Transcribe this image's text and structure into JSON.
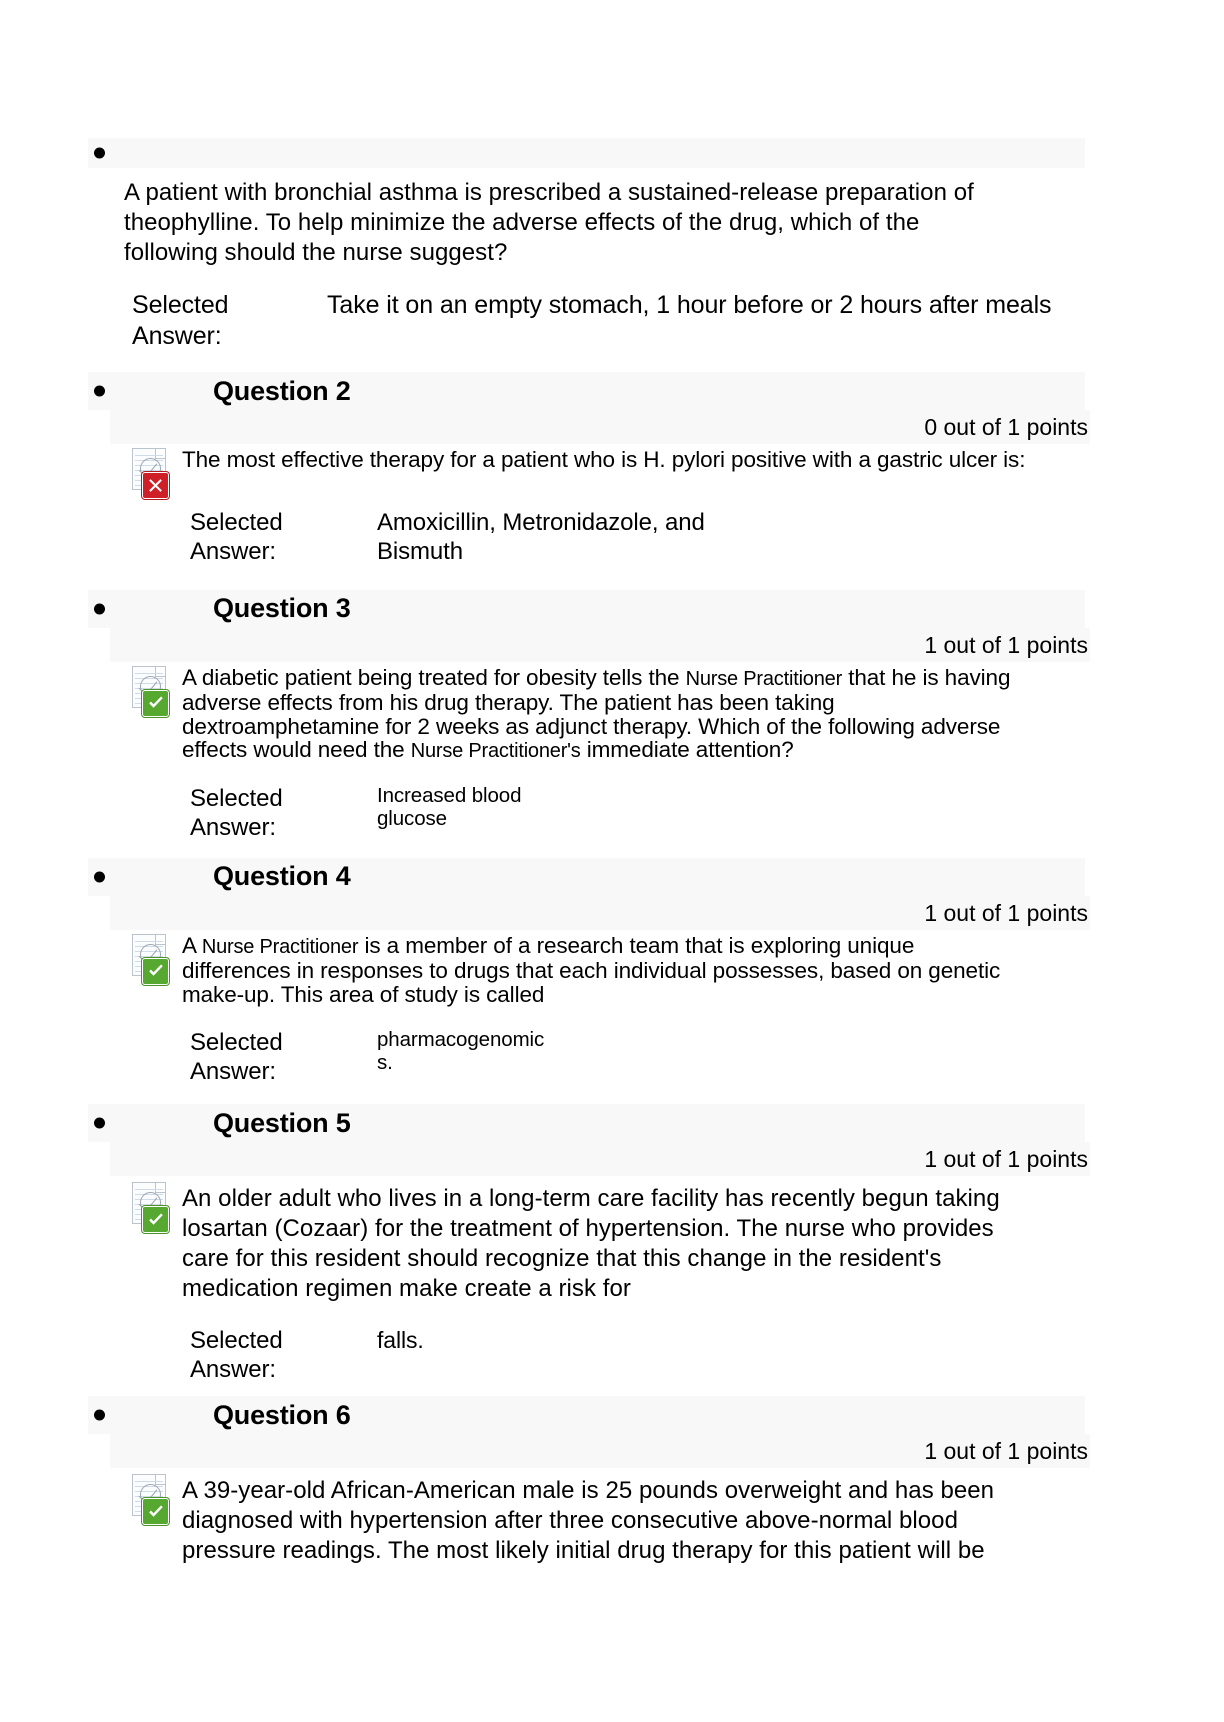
{
  "document": {
    "answer_label": "Selected Answer:",
    "answer_label_line1": "Selected",
    "answer_label_line2": "Answer:"
  },
  "questions": [
    {
      "id": "q1",
      "title": "",
      "points": "",
      "status": "none",
      "status_icon": "none",
      "text": "A patient with bronchial asthma is prescribed a sustained-release preparation of theophylline. To help minimize the adverse effects of the drug, which of the following should the nurse suggest?",
      "selected_answer": "Take it on an empty stomach, 1 hour before or 2 hours after meals"
    },
    {
      "id": "q2",
      "title": "Question 2",
      "points": "0 out of 1 points",
      "status": "incorrect",
      "status_icon": "red-x-icon",
      "text_part1": "The most effective therapy for a patient  who is H. pylori positive with a gastric ulcer is:",
      "selected_answer": "Amoxicillin, Metronidazole, and Bismuth"
    },
    {
      "id": "q3",
      "title": "Question 3",
      "points": "1 out of 1 points",
      "status": "correct",
      "status_icon": "green-check-icon",
      "text_a": "A diabetic patient being treated for obesity tells the ",
      "text_b": "Nurse Practitioner",
      "text_c": " that he is having adverse effects from his drug therapy. The patient has been taking dextroamphetamine for 2 weeks as adjunct therapy. Which of the following adverse effects would need the ",
      "text_d": "Nurse Practitioner's",
      "text_e": " immediate attention?",
      "selected_answer": "Increased blood glucose"
    },
    {
      "id": "q4",
      "title": "Question 4",
      "points": "1 out of 1 points",
      "status": "correct",
      "status_icon": "green-check-icon",
      "text_a": "A ",
      "text_b": "Nurse Practitioner",
      "text_c": " is a member of a research team that is exploring unique differences in responses to drugs that each individual possesses, based on genetic make-up. This area of study is called",
      "selected_answer": "pharmacogenomics."
    },
    {
      "id": "q5",
      "title": "Question 5",
      "points": "1 out of 1 points",
      "status": "correct",
      "status_icon": "green-check-icon",
      "text": "An older adult who lives in a long-term care facility has recently begun taking losartan (Cozaar) for the treatment of hypertension. The nurse who provides care for this resident should recognize that this change in the resident's medication regimen make create a risk for",
      "selected_answer": "falls."
    },
    {
      "id": "q6",
      "title": "Question 6",
      "points": "1 out of 1 points",
      "status": "correct",
      "status_icon": "green-check-icon",
      "text": "A 39-year-old African-American male is 25 pounds overweight and has been diagnosed with hypertension after three consecutive above-normal blood pressure readings. The most likely initial drug therapy for this patient will be",
      "selected_answer": ""
    }
  ],
  "colors": {
    "band_background": "#f8f8f8",
    "correct_green": "#56a830",
    "incorrect_red": "#cf2027",
    "text": "#000000"
  }
}
